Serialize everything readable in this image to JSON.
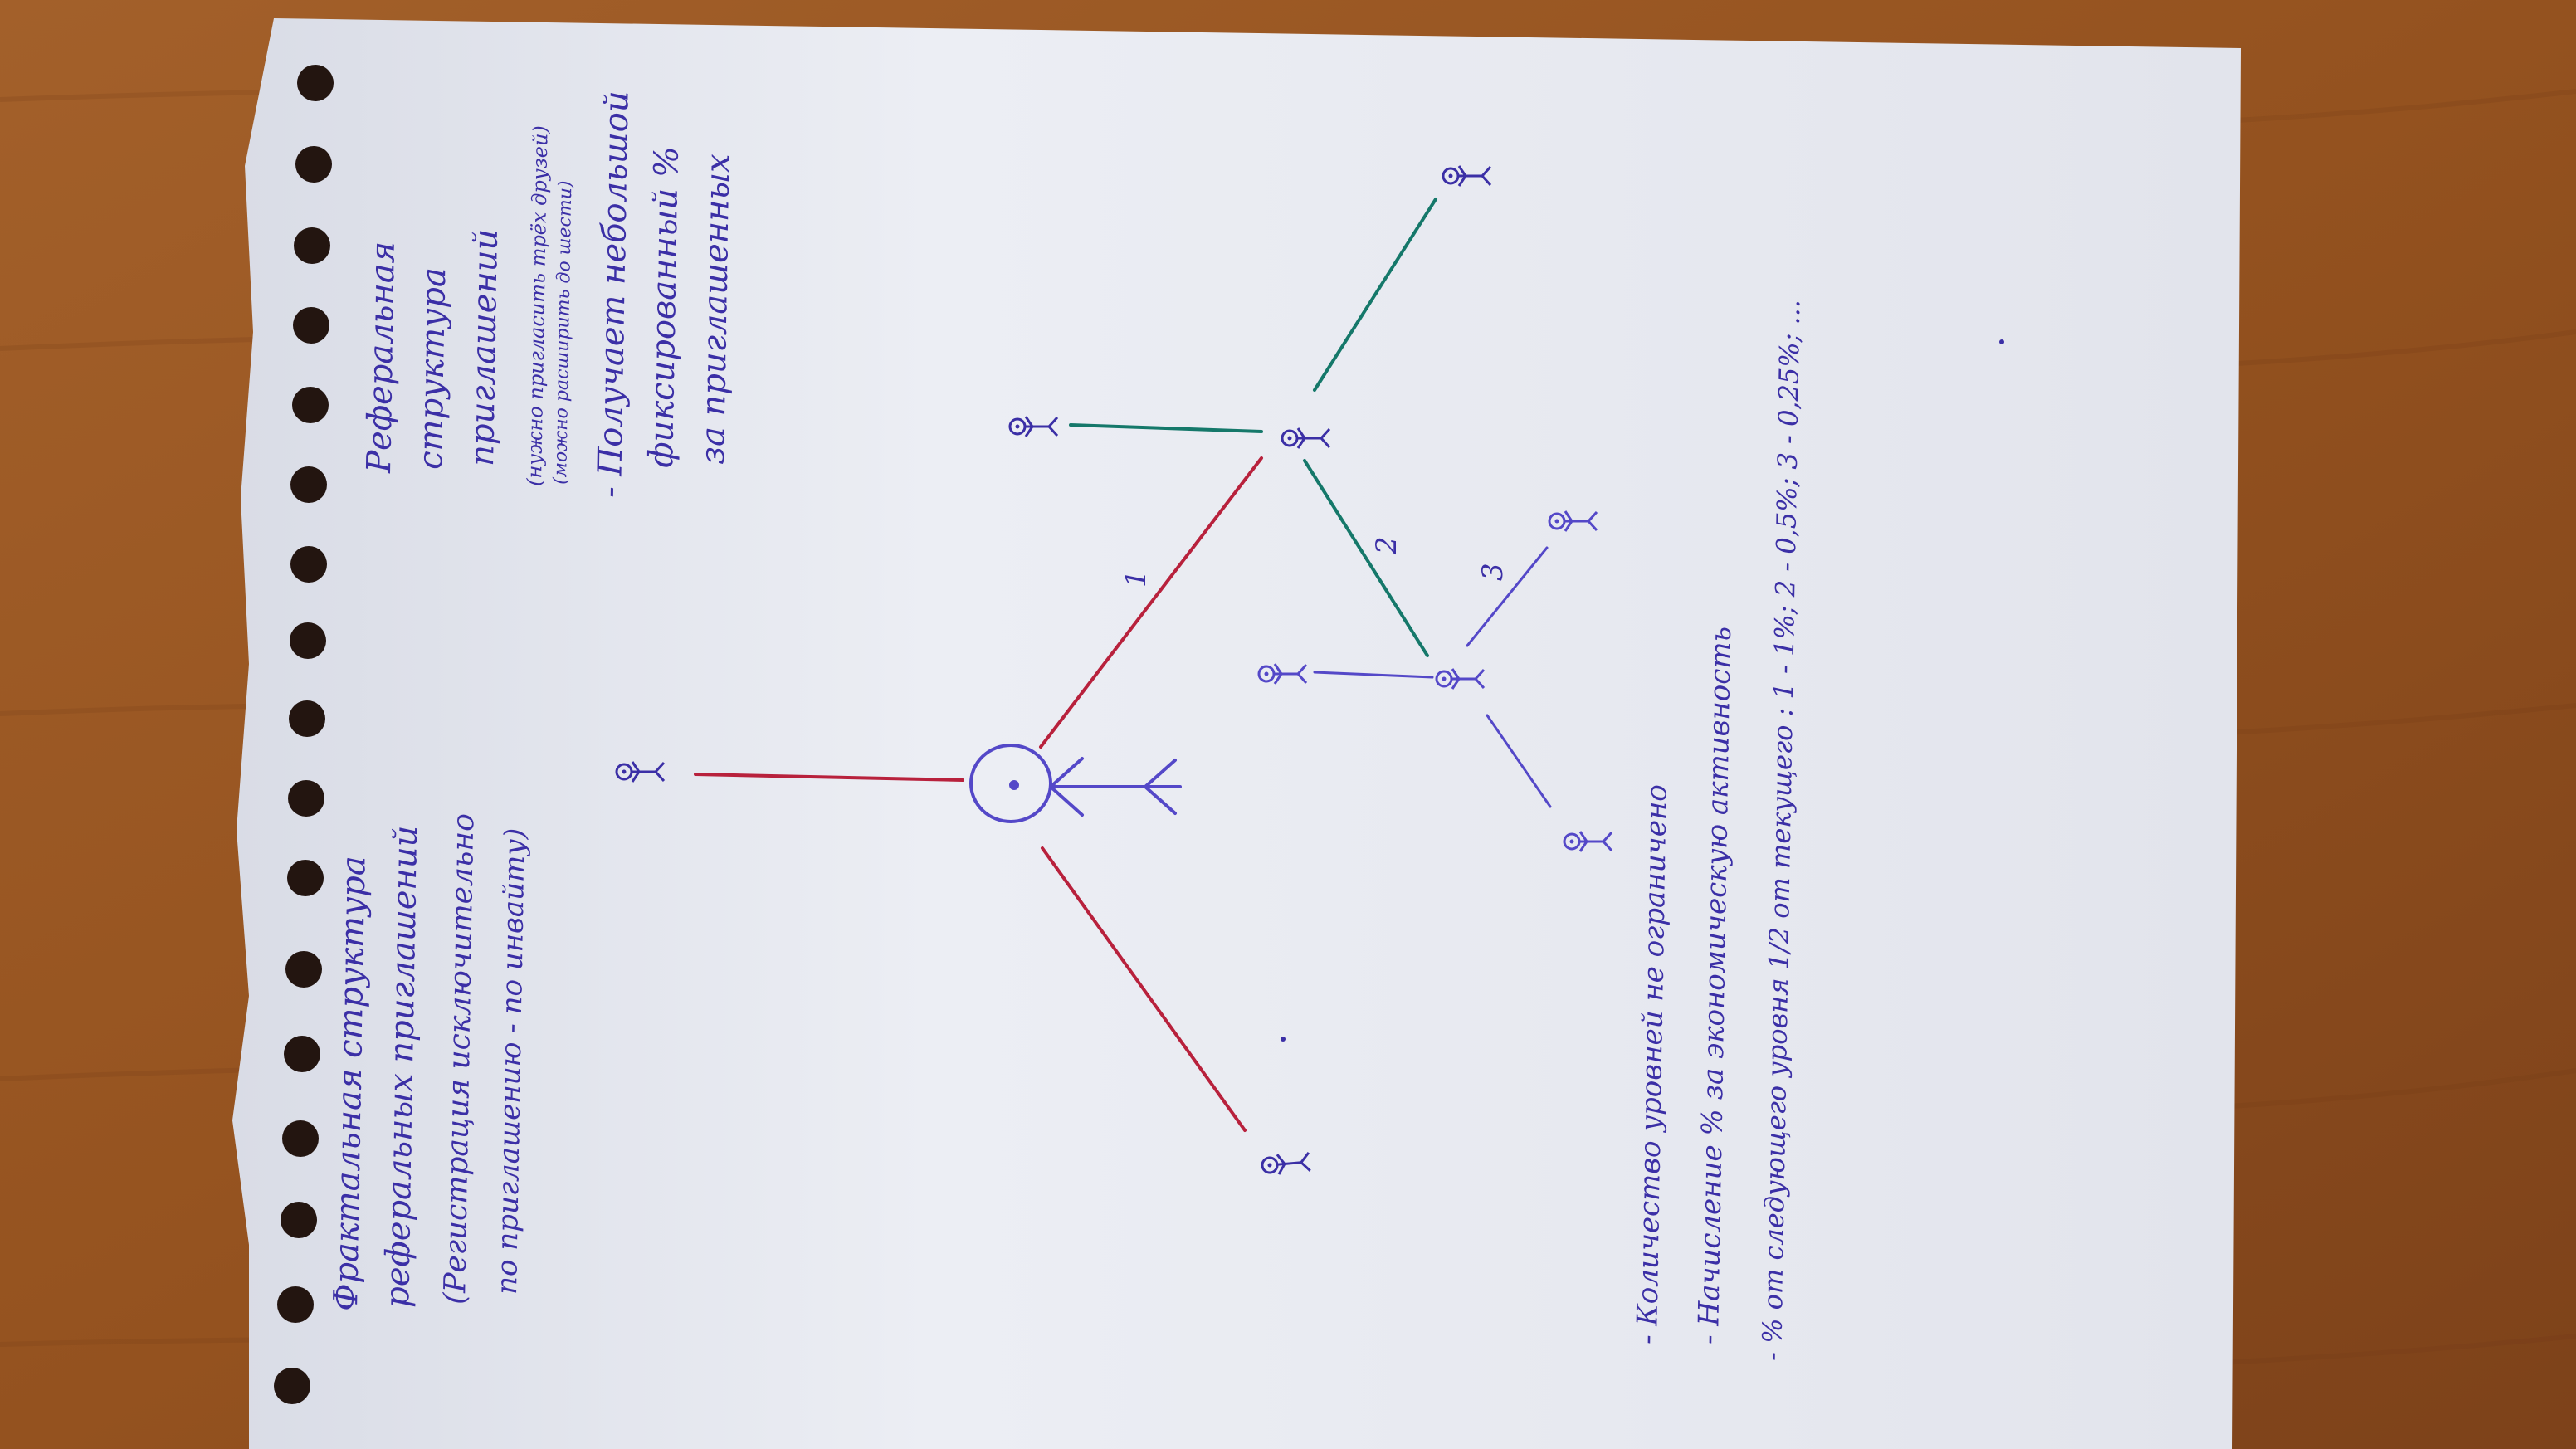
{
  "colors": {
    "table": "#a35a22",
    "paper": "#eceef4",
    "hole": "#231510",
    "red_pen": "#b8213c",
    "green_pen": "#15786a",
    "blue_pen": "#3b2fa6",
    "violet_pen": "#5448c8"
  },
  "note_left": {
    "line1": "Фрактальная структура",
    "line2": "реферальных приглашений",
    "line3": "(Регистрация исключительно",
    "line4": "по приглашению - по инвайту)"
  },
  "note_right": {
    "line1": "Реферальная",
    "line2": "структура",
    "line3": "приглашений",
    "line4": "(нужно пригласить трёх друзей)",
    "line5": "(можно расширить до шести)",
    "line6": "- Получает небольшой",
    "line7": "фиксированный %",
    "line8": "за приглашенных"
  },
  "edge_labels": {
    "l1": "1",
    "l2": "2",
    "l3": "3"
  },
  "bottom_notes": {
    "b1": "- Количество уровней не ограничено",
    "b2": "- Начисление % за экономическую активность",
    "b3": "- % от следующего уровня 1/2 от текущего : 1 - 1%; 2 - 0,5%; 3 - 0,25%; ..."
  }
}
